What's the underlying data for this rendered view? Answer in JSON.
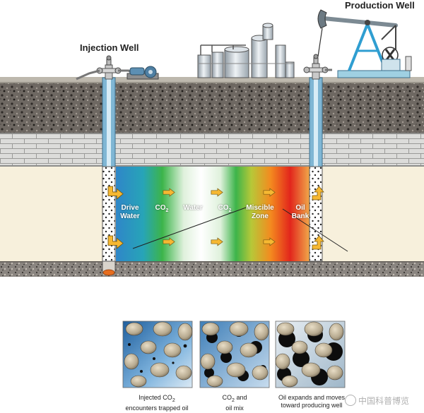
{
  "labels": {
    "injection_well": "Injection Well",
    "production_well": "Production Well"
  },
  "zones": [
    {
      "line1": "Drive",
      "line2": "Water"
    },
    {
      "line1": "CO",
      "sub": "2"
    },
    {
      "line1": "Water"
    },
    {
      "line1": "CO",
      "sub": "2"
    },
    {
      "line1": "Miscible",
      "line2": "Zone"
    },
    {
      "line1": "Oil",
      "line2": "Bank"
    }
  ],
  "captions": [
    {
      "line1": "Injected CO",
      "sub": "2",
      "line2": "encounters trapped oil"
    },
    {
      "line1": "CO",
      "sub": "2",
      "line1_tail": " and",
      "line2": "oil mix"
    },
    {
      "line1": "Oil expands and moves",
      "line2": "toward producing well"
    }
  ],
  "watermark": "中国科普博览",
  "colors": {
    "drive_water": "#2f86c8",
    "co2": "#3cb44a",
    "water": "#ffffff",
    "miscible_zone": "#f48a1f",
    "oil_bank": "#e2261c",
    "arrow": "#f6b832",
    "rock_dark": "#6e6862",
    "brick": "#d7d7d5",
    "sand": "#f7f0dc",
    "well_casing": "#7fb6d4"
  },
  "icons": [
    "injection-wellhead-icon",
    "pump-icon",
    "storage-tanks-icon",
    "pumpjack-icon",
    "production-wellhead-icon",
    "flow-arrow-icon"
  ]
}
